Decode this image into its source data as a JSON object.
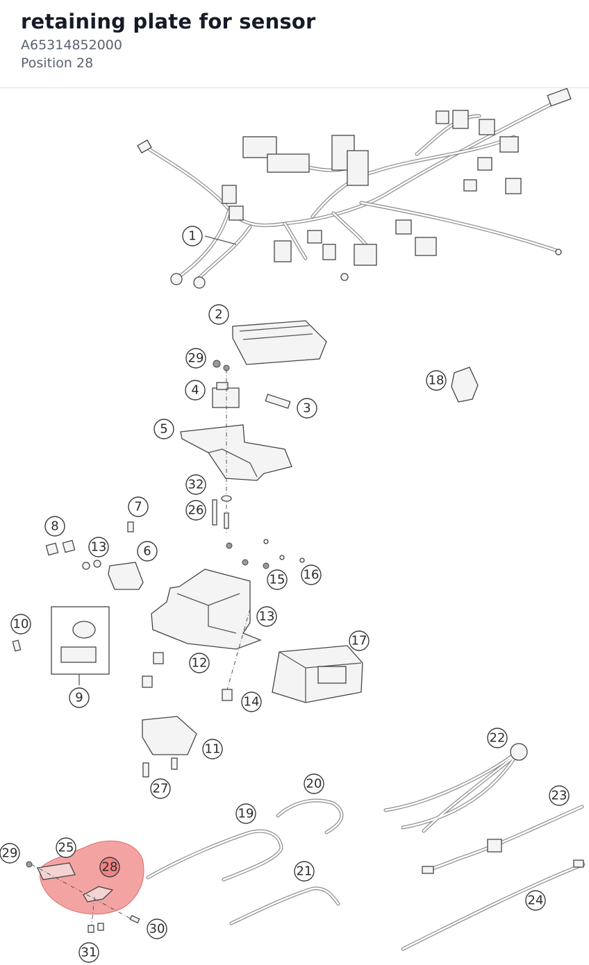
{
  "header": {
    "title": "retaining plate for sensor",
    "part_number": "A65314852000",
    "position": "Position 28"
  },
  "diagram": {
    "highlight_color": "#f07f7f",
    "highlighted_position": "28",
    "callouts": {
      "c1": "1",
      "c2": "2",
      "c3": "3",
      "c4": "4",
      "c5": "5",
      "c6": "6",
      "c7": "7",
      "c8": "8",
      "c9": "9",
      "c10": "10",
      "c11": "11",
      "c12": "12",
      "c13a": "13",
      "c13b": "13",
      "c14": "14",
      "c15": "15",
      "c16": "16",
      "c17": "17",
      "c18": "18",
      "c19": "19",
      "c20": "20",
      "c21": "21",
      "c22": "22",
      "c23": "23",
      "c24": "24",
      "c25": "25",
      "c26": "26",
      "c27": "27",
      "c28": "28",
      "c29a": "29",
      "c29b": "29",
      "c30": "30",
      "c31": "31",
      "c32": "32"
    }
  }
}
